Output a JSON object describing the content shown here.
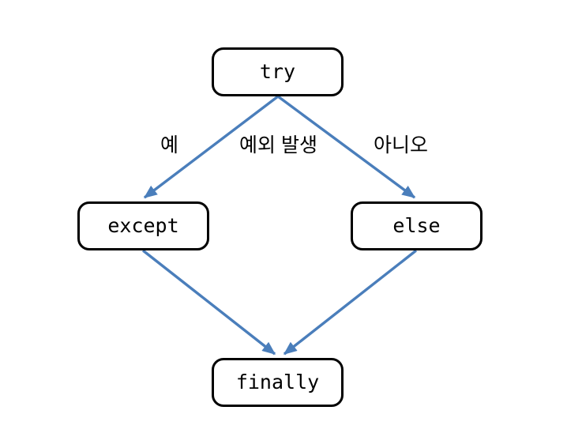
{
  "diagram": {
    "title": "try-except-else-finally flow",
    "colors": {
      "edge": "#4A7EBB",
      "node_border": "#000000",
      "node_fill": "#FFFFFF",
      "text": "#000000",
      "background": "#FFFFFF"
    },
    "nodes": [
      {
        "id": "try",
        "label": "try"
      },
      {
        "id": "except",
        "label": "except"
      },
      {
        "id": "else",
        "label": "else"
      },
      {
        "id": "finally",
        "label": "finally"
      }
    ],
    "edges": [
      {
        "id": "try-to-except",
        "from": "try",
        "to": "except",
        "label": "예"
      },
      {
        "id": "try-to-else",
        "from": "try",
        "to": "else",
        "label": "아니오"
      },
      {
        "id": "except-to-finally",
        "from": "except",
        "to": "finally",
        "label": ""
      },
      {
        "id": "else-to-finally",
        "from": "else",
        "to": "finally",
        "label": ""
      }
    ],
    "edge_labels": {
      "yes": "예",
      "exception_raised": "예외 발생",
      "no": "아니오"
    }
  }
}
